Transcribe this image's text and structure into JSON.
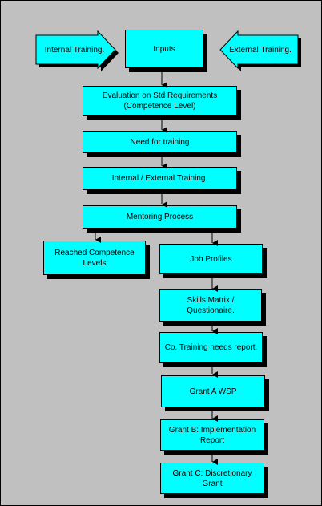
{
  "left_arrow_label": "Internal Training.",
  "right_arrow_label": "External Training.",
  "nodes": {
    "inputs": "Inputs",
    "evaluation": "Evaluation on Std Requirements\n(Competence Level)",
    "need": "Need for training",
    "int_ext": "Internal / External Training.",
    "mentoring": "Mentoring Process",
    "reached": "Reached Competence\nLevels",
    "job_profiles": "Job Profiles",
    "skills": "Skills Matrix /\nQuestionaire.",
    "report": "Co. Training needs report.",
    "grant_a": "Grant A WSP",
    "grant_b": "Grant B: Implementation\nReport",
    "grant_c": "Grant C: Discretionary\nGrant"
  },
  "colors": {
    "box_fill": "#00ffff",
    "shadow": "#000000",
    "background": "#c0c0c0"
  }
}
